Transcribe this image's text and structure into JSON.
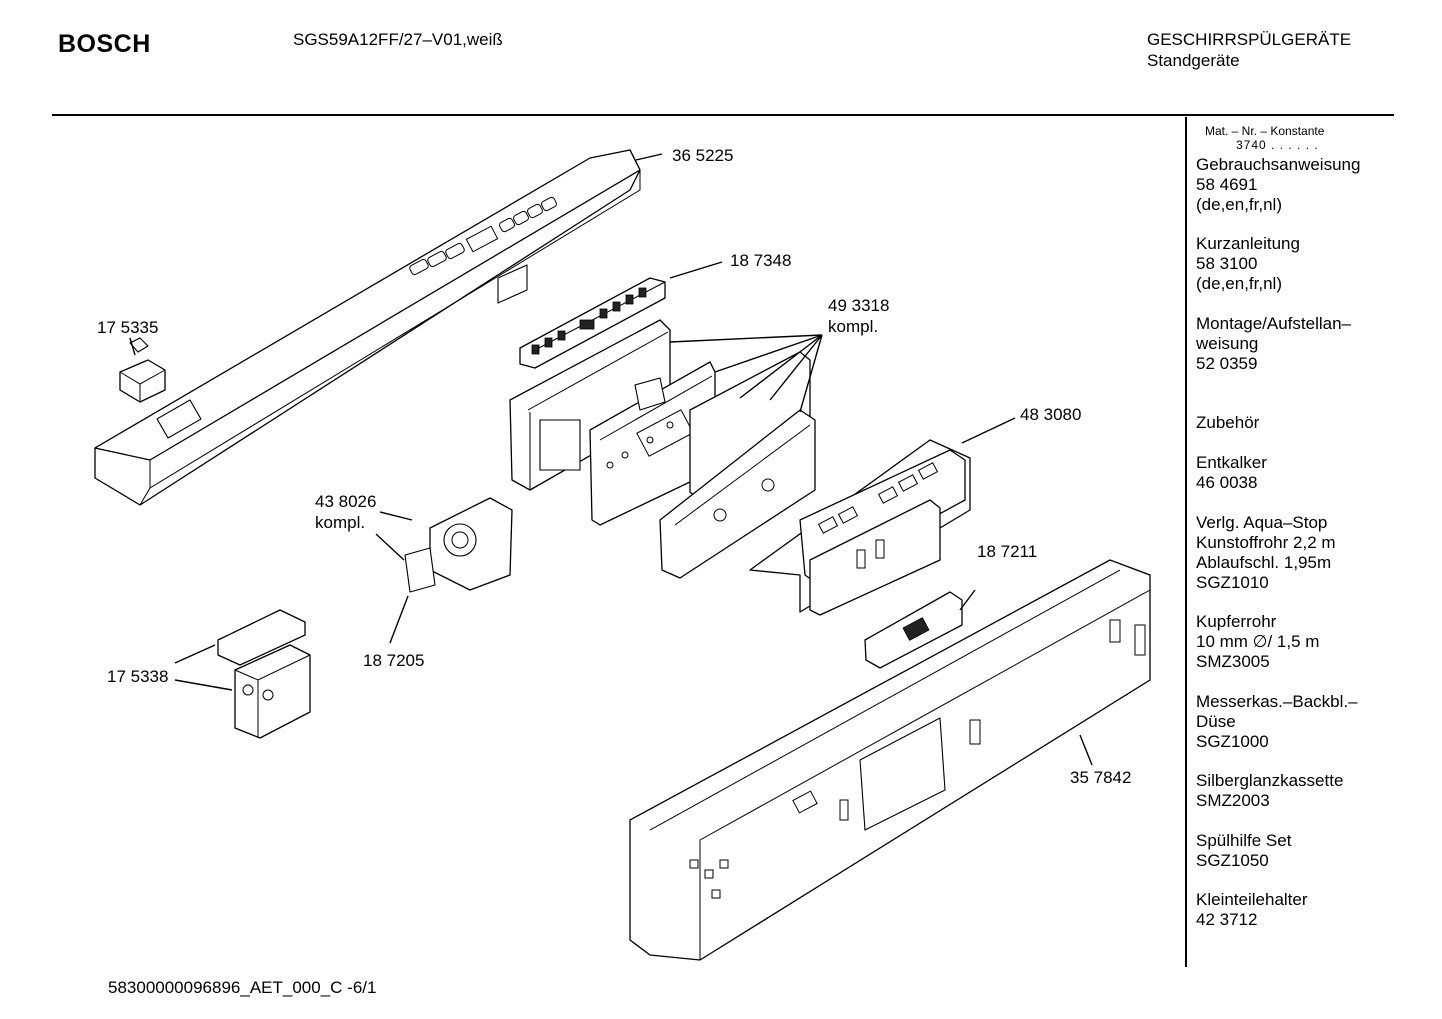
{
  "header": {
    "brand": "BOSCH",
    "model": "SGS59A12FF/27–V01,weiß",
    "category_line1": "GESCHIRRSPÜLGERÄTE",
    "category_line2": "Standgeräte"
  },
  "sidebar": {
    "mat_label": "Mat. – Nr. – Konstante",
    "mat_value": "3740 . . . . . .",
    "items": [
      {
        "lines": [
          "Gebrauchsanweisung",
          "58 4691",
          "(de,en,fr,nl)"
        ]
      },
      {
        "lines": [
          "Kurzanleitung",
          "58 3100",
          "(de,en,fr,nl)"
        ]
      },
      {
        "lines": [
          "Montage/Aufstellan–",
          "weisung",
          "52 0359"
        ]
      },
      {
        "lines": [
          "Zubehör"
        ]
      },
      {
        "lines": [
          "Entkalker",
          "46 0038"
        ]
      },
      {
        "lines": [
          "Verlg. Aqua–Stop",
          "Kunstoffrohr 2,2 m",
          "Ablaufschl. 1,95m",
          "SGZ1010"
        ]
      },
      {
        "lines": [
          "Kupferrohr",
          "10 mm ∅/ 1,5 m",
          "SMZ3005"
        ]
      },
      {
        "lines": [
          "Messerkas.–Backbl.–",
          "Düse",
          "SGZ1000"
        ]
      },
      {
        "lines": [
          "Silberglanzkassette",
          "SMZ2003"
        ]
      },
      {
        "lines": [
          "Spülhilfe Set",
          "SGZ1050"
        ]
      },
      {
        "lines": [
          "Kleinteilehalter",
          "42 3712"
        ]
      }
    ]
  },
  "parts": {
    "p365225": "36 5225",
    "p187348": "18 7348",
    "p493318": "49 3318",
    "p493318_sub": "kompl.",
    "p175335": "17 5335",
    "p483080": "48 3080",
    "p438026": "43 8026",
    "p438026_sub": "kompl.",
    "p187211": "18 7211",
    "p175338": "17 5338",
    "p187205": "18 7205",
    "p357842": "35 7842"
  },
  "footer": {
    "code": "58300000096896_AET_000_C  -6/1"
  }
}
